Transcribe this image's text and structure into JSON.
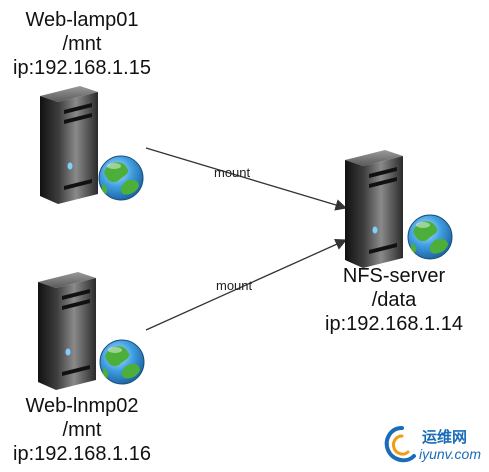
{
  "nodes": {
    "web_lamp": {
      "name": "Web-lamp01",
      "path": "/mnt",
      "ip": "ip:192.168.1.15"
    },
    "web_lnmp": {
      "name": "Web-lnmp02",
      "path": "/mnt",
      "ip": "ip:192.168.1.16"
    },
    "nfs": {
      "name": "NFS-server",
      "path": "/data",
      "ip": "ip:192.168.1.14"
    }
  },
  "edges": [
    {
      "label": "mount"
    },
    {
      "label": "mount"
    }
  ],
  "watermark": {
    "cn": "运维网",
    "url": "iyunv.com"
  },
  "colors": {
    "arrow": "#333333",
    "server_dark": "#1a1a1a",
    "globe_blue": "#2f8fd8",
    "globe_green": "#4caf3a",
    "watermark": "#1b6cb8"
  }
}
